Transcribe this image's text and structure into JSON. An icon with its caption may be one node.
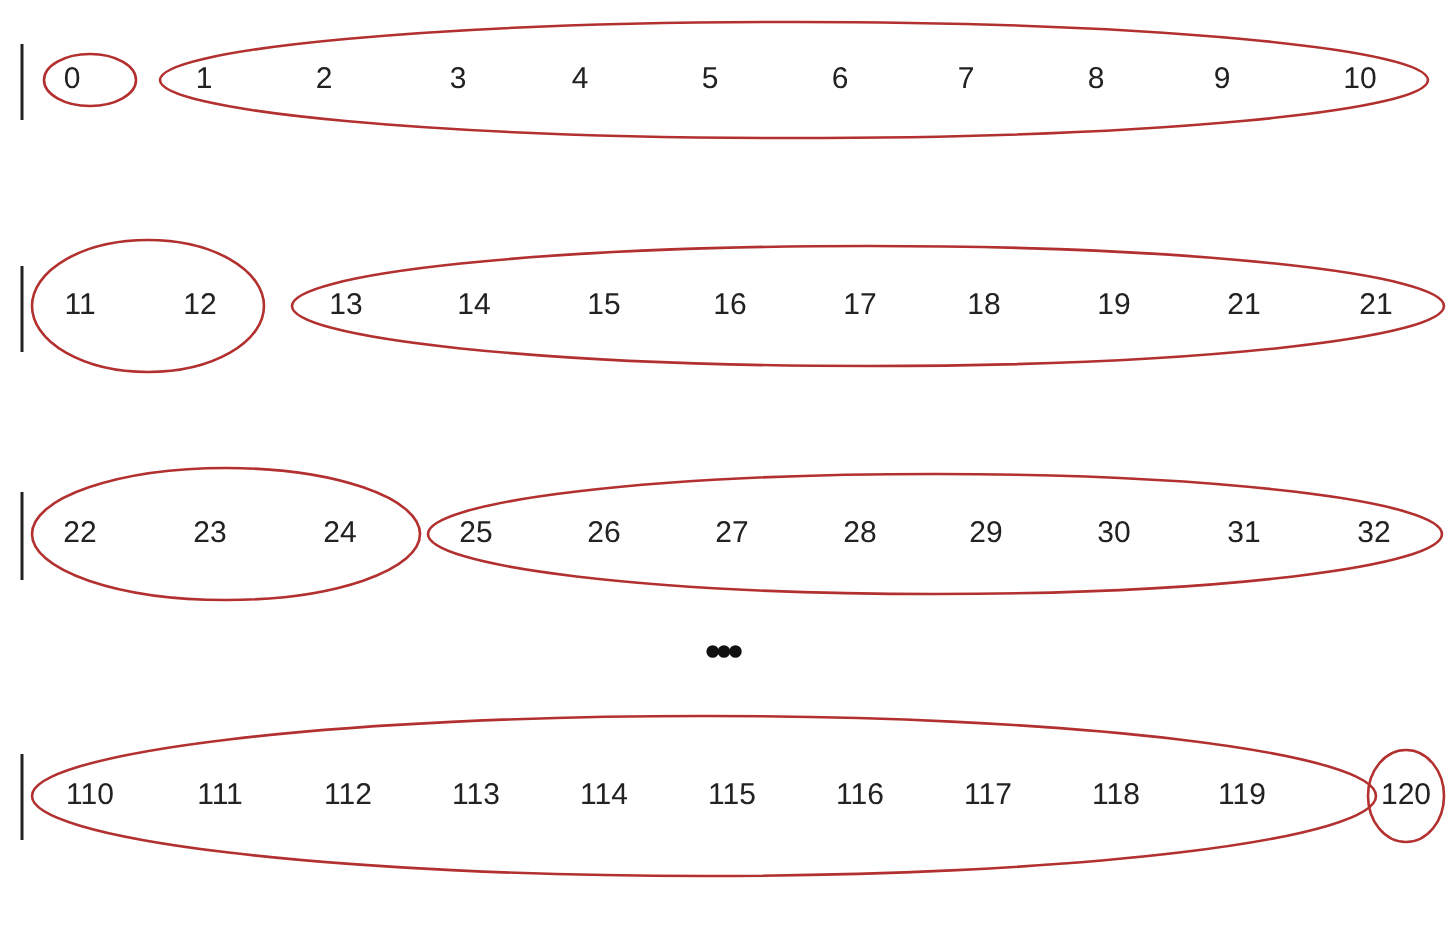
{
  "diagram": {
    "nodes": [
      {
        "text": [
          "0"
        ]
      },
      {
        "text": [
          "1",
          "2",
          "3",
          "4",
          "5",
          "6",
          "7",
          "8",
          "9",
          "10"
        ]
      },
      {
        "text": [
          "11",
          "12"
        ]
      },
      {
        "text": [
          "13",
          "14",
          "15",
          "16",
          "17",
          "18",
          "19",
          "21",
          "21"
        ]
      },
      {
        "text": [
          "22",
          "23",
          "24"
        ]
      },
      {
        "text": [
          "25",
          "26",
          "27",
          "28",
          "29",
          "30",
          "31",
          "32"
        ]
      },
      {
        "text": [
          "110",
          "111",
          "112",
          "113",
          "114",
          "115",
          "116",
          "117",
          "118",
          "119"
        ]
      },
      {
        "text": [
          "120"
        ]
      }
    ],
    "labels": [
      "•••"
    ]
  }
}
